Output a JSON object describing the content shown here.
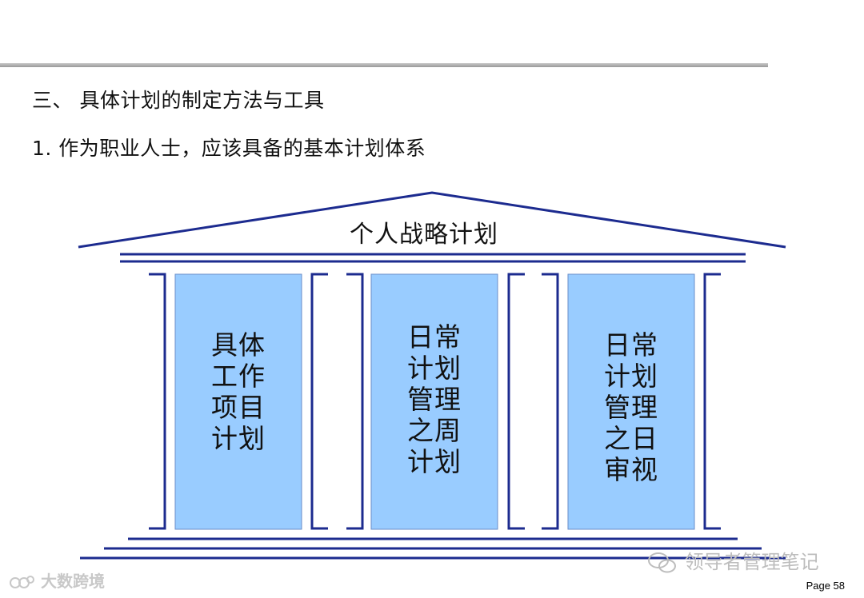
{
  "section_heading": "三、 具体计划的制定方法与工具",
  "sub_heading": "1. 作为职业人士，应该具备的基本计划体系",
  "diagram": {
    "roof_label": "个人战略计划",
    "pillars": [
      {
        "lines": [
          "具体",
          "工作",
          "项目",
          "计划"
        ]
      },
      {
        "lines": [
          "日常",
          "计划",
          "管理",
          "之周",
          "计划"
        ]
      },
      {
        "lines": [
          "日常",
          "计划",
          "管理",
          "之日",
          "审视"
        ]
      }
    ],
    "colors": {
      "line": "#1c2b8f",
      "pillar_fill": "#99ccff"
    }
  },
  "footer": {
    "page_number": "Page 58",
    "watermark_left": "大数跨境",
    "watermark_right": "领导者管理笔记"
  }
}
